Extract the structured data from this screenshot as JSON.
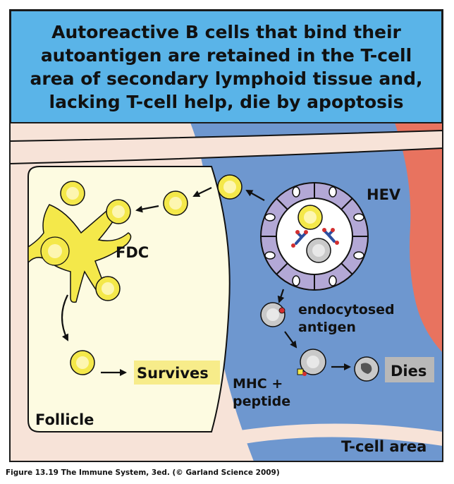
{
  "title": "Autoreactive B cells that bind their autoantigen are retained in the T-cell area of secondary lymphoid tissue and, lacking T-cell help, die by apoptosis",
  "labels": {
    "hev": "HEV",
    "fdc": "FDC",
    "endocytosed_line1": "endocytosed",
    "endocytosed_line2": "antigen",
    "mhc_line1": "MHC +",
    "mhc_line2": "peptide",
    "survives": "Survives",
    "dies": "Dies",
    "follicle": "Follicle",
    "tcell_area": "T-cell area"
  },
  "caption": "Figure 13.19 The Immune System, 3ed. (© Garland Science 2009)",
  "colors": {
    "title_bg": "#5ab4e8",
    "tcell_bg": "#6e97cf",
    "follicle_bg": "#fdfbe1",
    "outer_tissue": "#f7e3d8",
    "vessel": "#e8735f",
    "hev_wall": "#b3a8d6",
    "bcell": "#f4e84a",
    "grey_cell": "#c9c9c9",
    "survives_highlight": "#f7ec8a",
    "dies_highlight": "#b8b8b8"
  }
}
